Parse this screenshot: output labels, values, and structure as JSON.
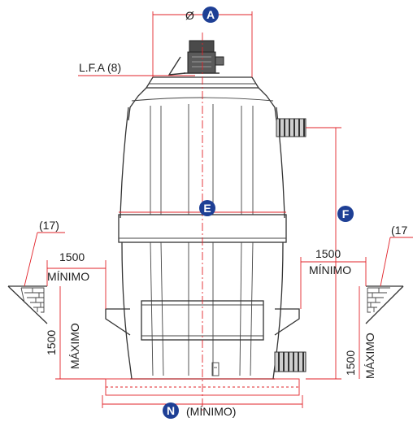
{
  "badges": {
    "a": "A",
    "e": "E",
    "f": "F",
    "n": "N"
  },
  "labels": {
    "diameter_symbol": "Ø",
    "lfa": "L.F.A (8)",
    "ref_left": "(17)",
    "ref_right": "(17",
    "left_horizontal_value": "1500",
    "left_horizontal_note": "MÍNIMO",
    "right_horizontal_value": "1500",
    "right_horizontal_note": "MÍNIMO",
    "left_vertical_value": "1500",
    "left_vertical_note": "MÁXIMO",
    "right_vertical_value": "1500",
    "right_vertical_note": "MÁXIMO",
    "bottom_note": "(MÍNIMO)"
  },
  "colors": {
    "badge": "#1e3f95",
    "dimension_line": "#e2232a",
    "ink": "#333333",
    "pipe": "#6a6a6a"
  }
}
